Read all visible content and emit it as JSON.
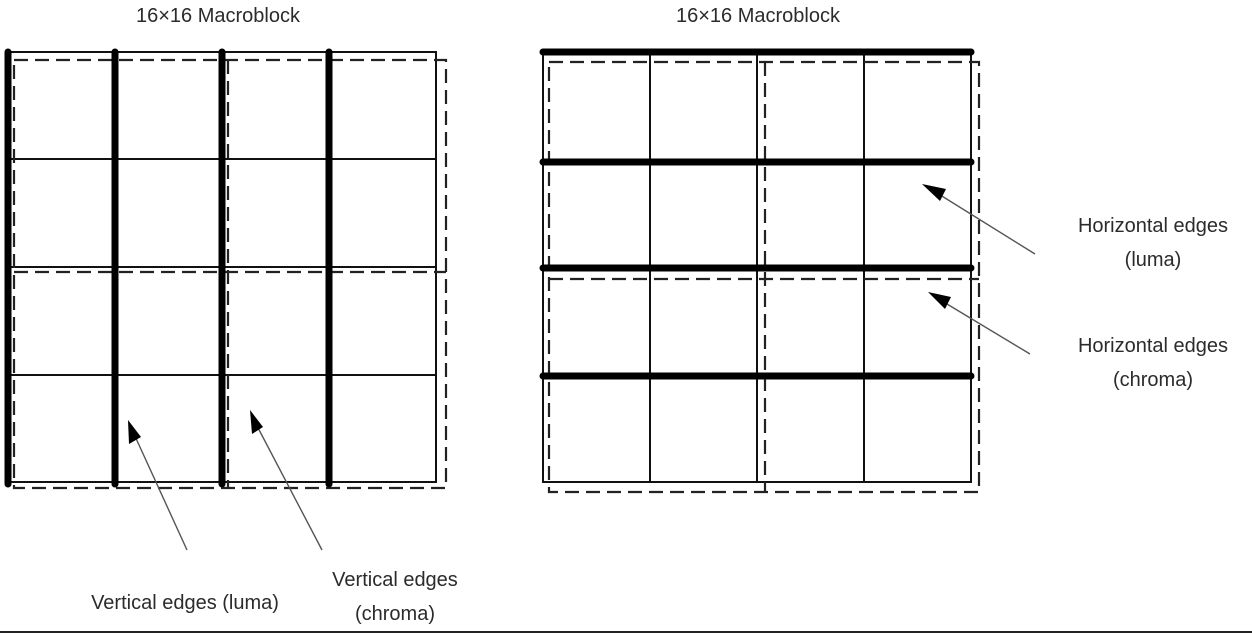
{
  "left_panel": {
    "title": "16×16 Macroblock",
    "label_luma": "Vertical edges (luma)",
    "label_chroma_line1": "Vertical edges",
    "label_chroma_line2": "(chroma)"
  },
  "right_panel": {
    "title": "16×16 Macroblock",
    "label_luma_line1": "Horizontal edges",
    "label_luma_line2": "(luma)",
    "label_chroma_line1": "Horizontal edges",
    "label_chroma_line2": "(chroma)"
  },
  "colors": {
    "edge": "#000000",
    "grid": "#111111",
    "background": "#ffffff"
  }
}
